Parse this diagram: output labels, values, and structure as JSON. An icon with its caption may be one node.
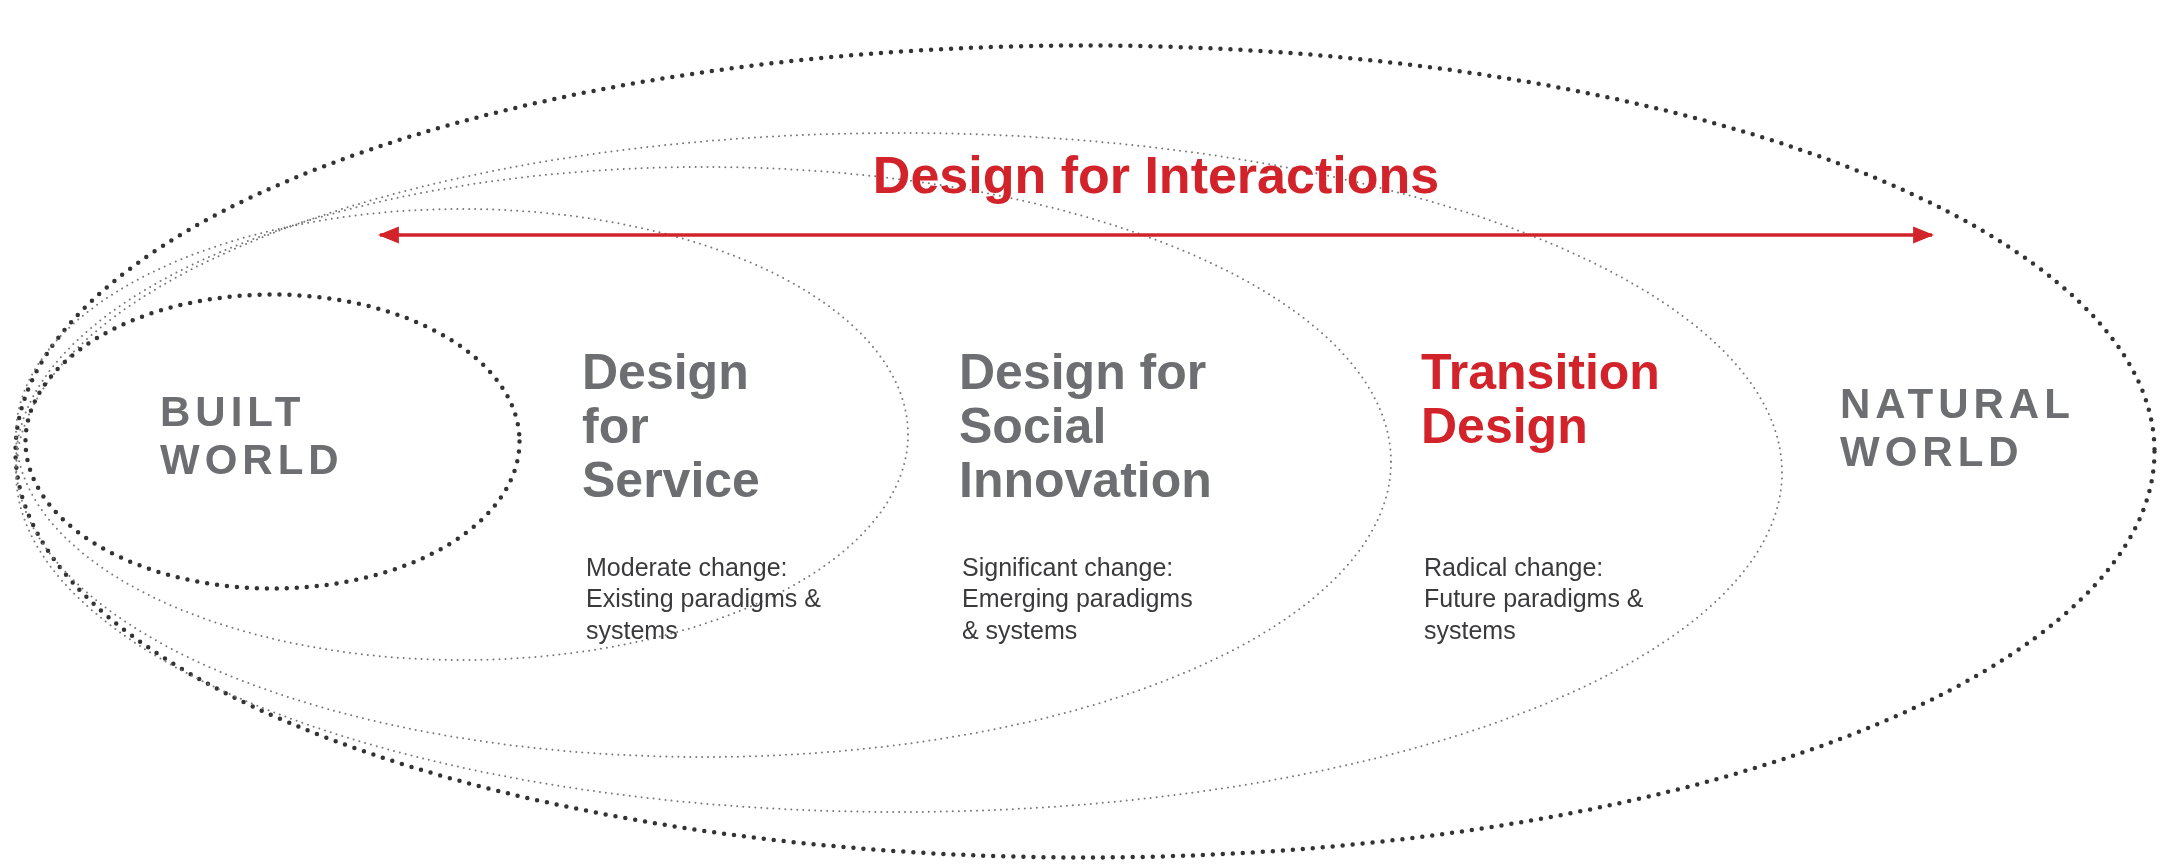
{
  "diagram": {
    "nodes": [
      {
        "text": [
          "NATURAL WORLD"
        ]
      },
      {
        "text": [
          "Transition Design",
          "Radical change: Future paradigms & systems"
        ],
        "in": 0
      },
      {
        "text": [
          "Design for Social Innovation",
          "Significant change: Emerging paradigms & systems"
        ],
        "in": 1
      },
      {
        "text": [
          "Design for Service",
          "Moderate change: Existing paradigms & systems"
        ],
        "in": 2
      },
      {
        "text": [
          "BUILT WORLD"
        ],
        "in": 3
      }
    ],
    "edges": [
      {
        "from": 3,
        "to": 0,
        "arrow": "both",
        "label": "Design for Interactions"
      }
    ]
  }
}
